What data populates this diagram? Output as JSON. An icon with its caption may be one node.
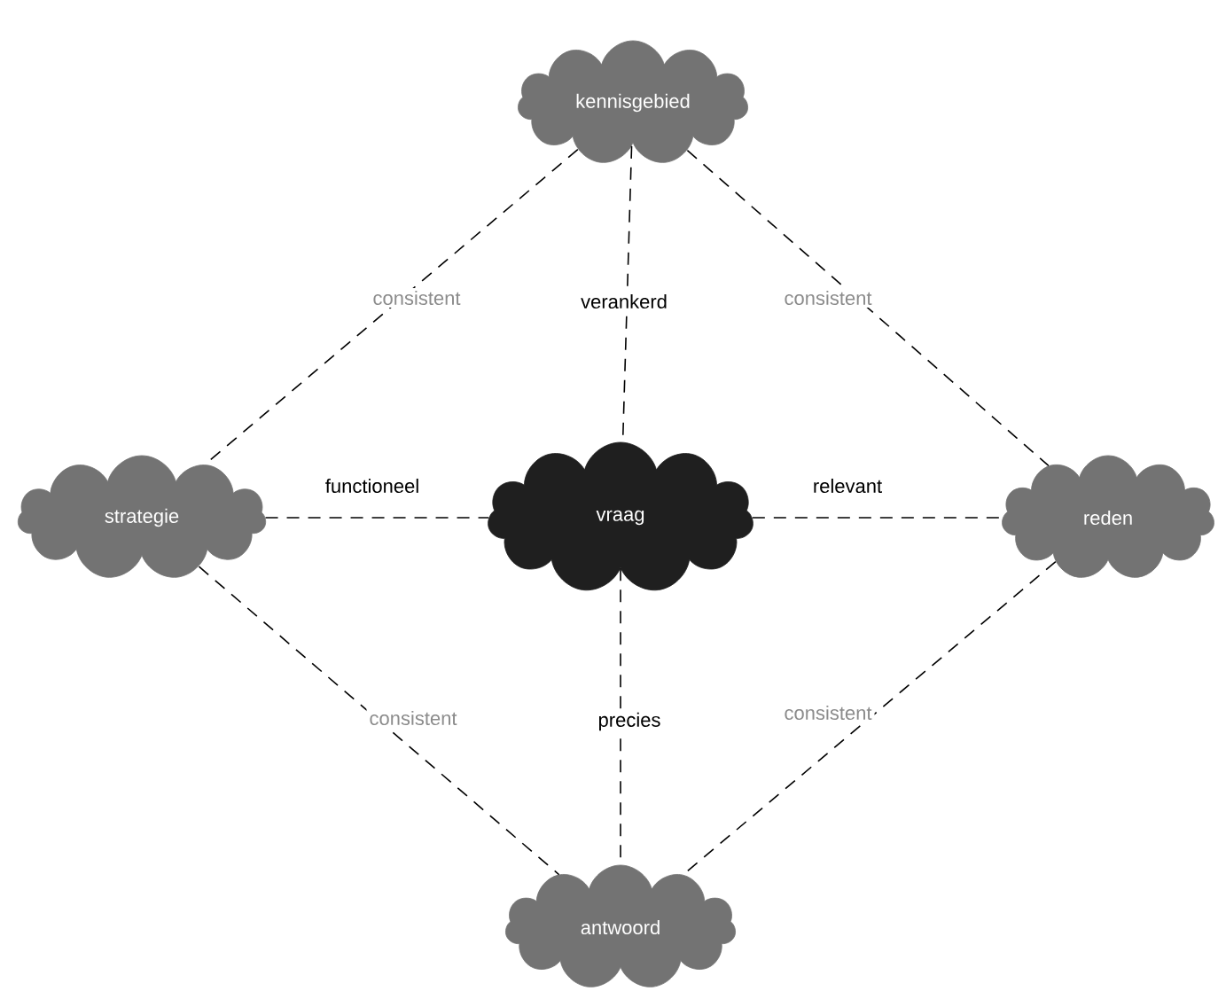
{
  "diagram": {
    "nodes": [
      {
        "text": [
          "kennisgebied"
        ]
      },
      {
        "text": [
          "strategie"
        ]
      },
      {
        "text": [
          "vraag"
        ]
      },
      {
        "text": [
          "reden"
        ]
      },
      {
        "text": [
          "antwoord"
        ]
      }
    ],
    "edges": [
      {
        "from": 0,
        "to": 1,
        "arrow": "none",
        "style": "dashed",
        "label": "consistent"
      },
      {
        "from": 0,
        "to": 3,
        "arrow": "none",
        "style": "dashed",
        "label": "consistent"
      },
      {
        "from": 0,
        "to": 2,
        "arrow": "none",
        "style": "dashed",
        "label": "verankerd"
      },
      {
        "from": 1,
        "to": 2,
        "arrow": "none",
        "style": "dashed",
        "label": "functioneel"
      },
      {
        "from": 2,
        "to": 3,
        "arrow": "none",
        "style": "dashed",
        "label": "relevant"
      },
      {
        "from": 1,
        "to": 4,
        "arrow": "none",
        "style": "dashed",
        "label": "consistent"
      },
      {
        "from": 2,
        "to": 4,
        "arrow": "none",
        "style": "dashed",
        "label": "precies"
      },
      {
        "from": 3,
        "to": 4,
        "arrow": "none",
        "style": "dashed",
        "label": "consistent"
      }
    ]
  }
}
